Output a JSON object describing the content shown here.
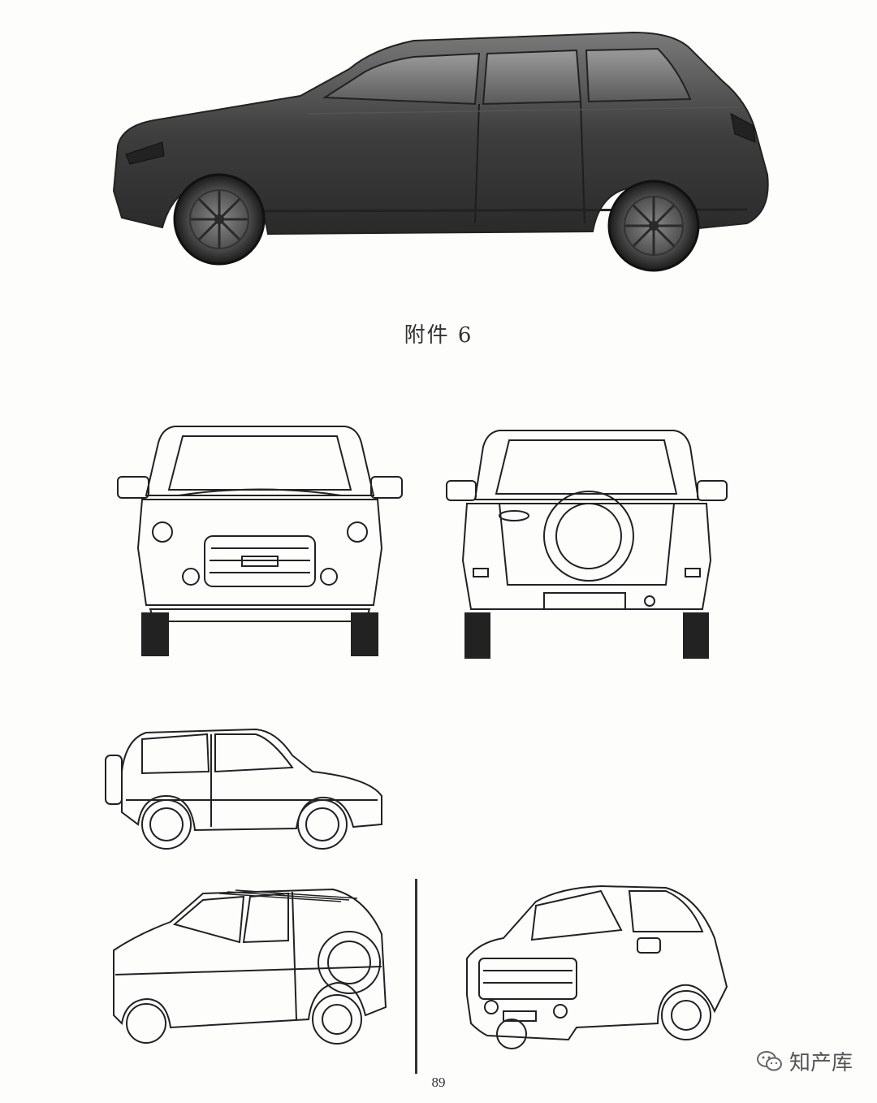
{
  "caption": "附件 6",
  "page_number": "89",
  "watermark": "知产库"
}
